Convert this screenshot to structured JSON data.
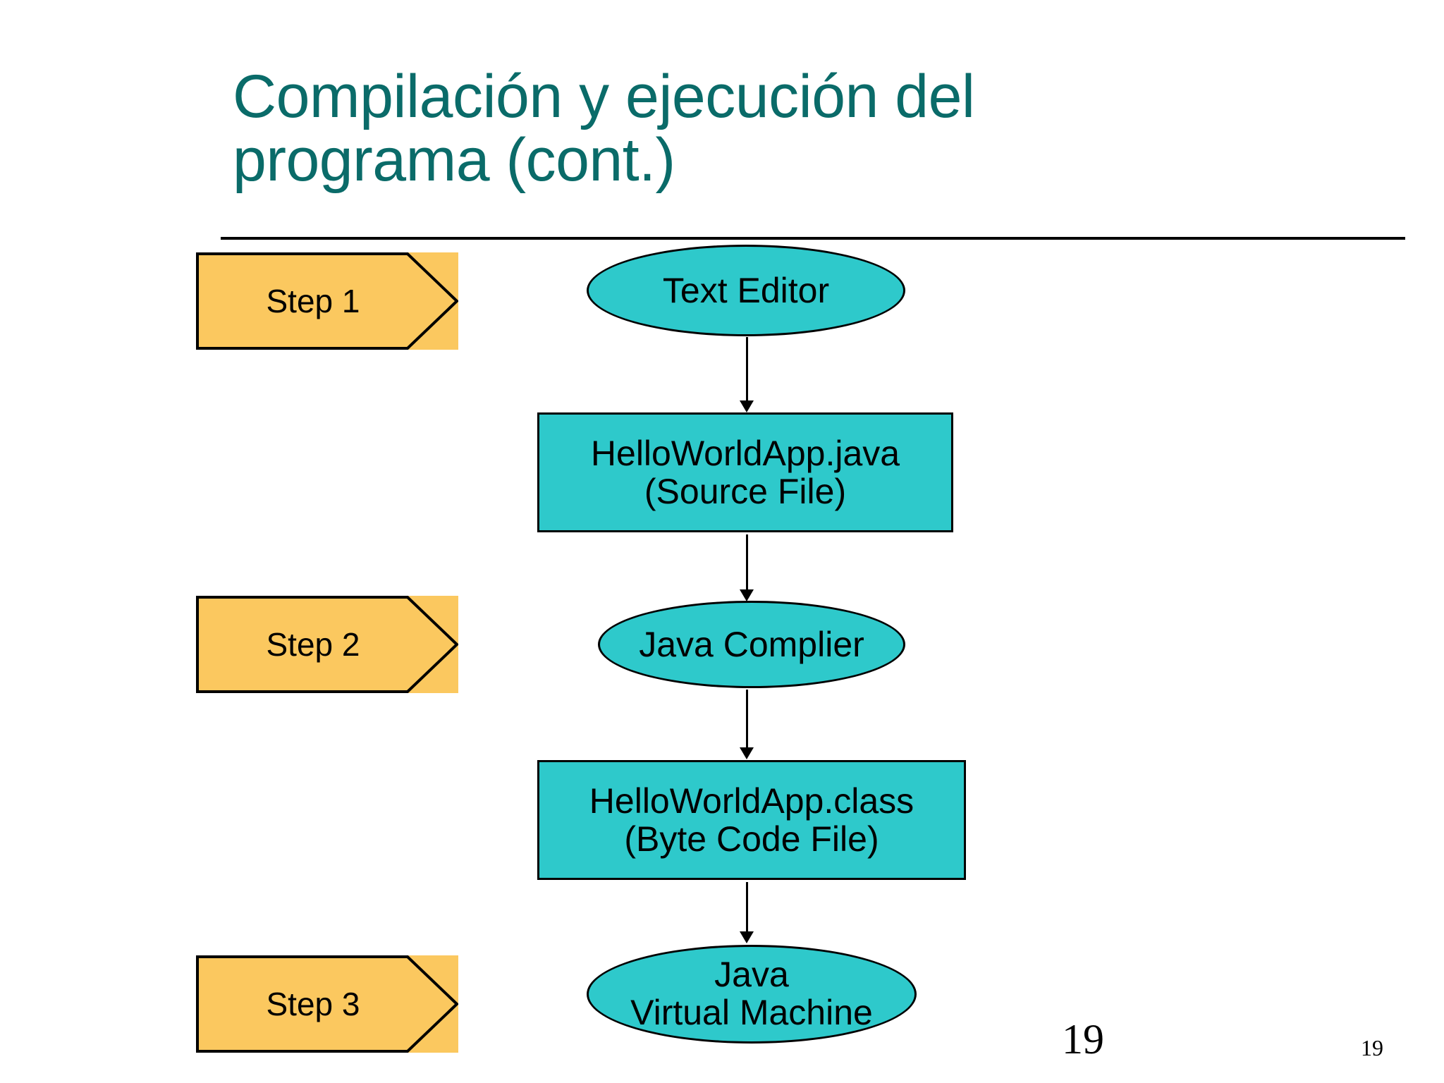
{
  "slide": {
    "title": "Compilación y ejecución del programa (cont.)",
    "background_color": "#ffffff",
    "title_color": "#0a6b69",
    "shape_fill_teal": "#2ec9cb",
    "shape_fill_orange": "#fbc85f",
    "outline_color": "#000000"
  },
  "steps": [
    {
      "label": "Step 1"
    },
    {
      "label": "Step 2"
    },
    {
      "label": "Step 3"
    }
  ],
  "flow": {
    "nodes": [
      {
        "id": "text-editor",
        "shape": "ellipse",
        "label": "Text Editor"
      },
      {
        "id": "source-file",
        "shape": "rectangle",
        "label": "HelloWorldApp.java\n(Source File)"
      },
      {
        "id": "compiler",
        "shape": "ellipse",
        "label": "Java Complier"
      },
      {
        "id": "class-file",
        "shape": "rectangle",
        "label": "HelloWorldApp.class\n(Byte Code File)"
      },
      {
        "id": "jvm",
        "shape": "ellipse",
        "label": "Java\nVirtual Machine"
      }
    ],
    "connectors": [
      {
        "from": "text-editor",
        "to": "source-file"
      },
      {
        "from": "source-file",
        "to": "compiler"
      },
      {
        "from": "compiler",
        "to": "class-file"
      },
      {
        "from": "class-file",
        "to": "jvm"
      }
    ]
  },
  "footer": {
    "page_number_large": "19",
    "page_number_small": "19"
  }
}
